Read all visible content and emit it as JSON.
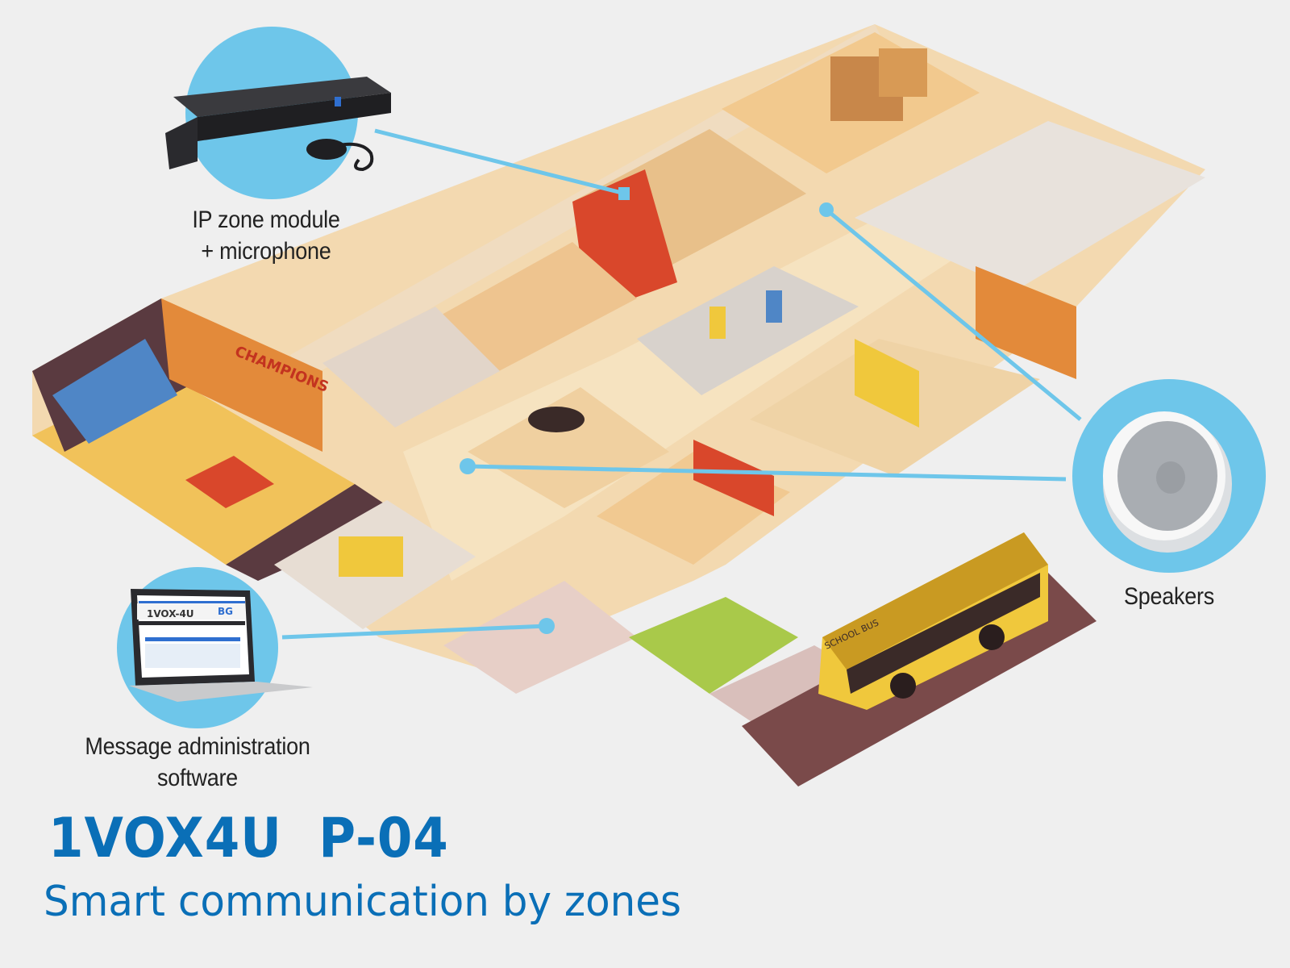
{
  "labels": {
    "ip_module_line1": "IP zone module",
    "ip_module_line2": "+ microphone",
    "speakers": "Speakers",
    "software_line1": "Message administration",
    "software_line2": "software"
  },
  "laptop_screen": {
    "logo_left": "1VOX-4U",
    "logo_right": "BG"
  },
  "bus_sign": "SCHOOL BUS",
  "gym_banner": "CHAMPIONS",
  "title": "1VOX4U  P-04",
  "subtitle": "Smart communication by zones",
  "colors": {
    "accent_blue": "#0a6fb7",
    "circle_blue": "#6ec6ea",
    "background": "#efefef"
  }
}
